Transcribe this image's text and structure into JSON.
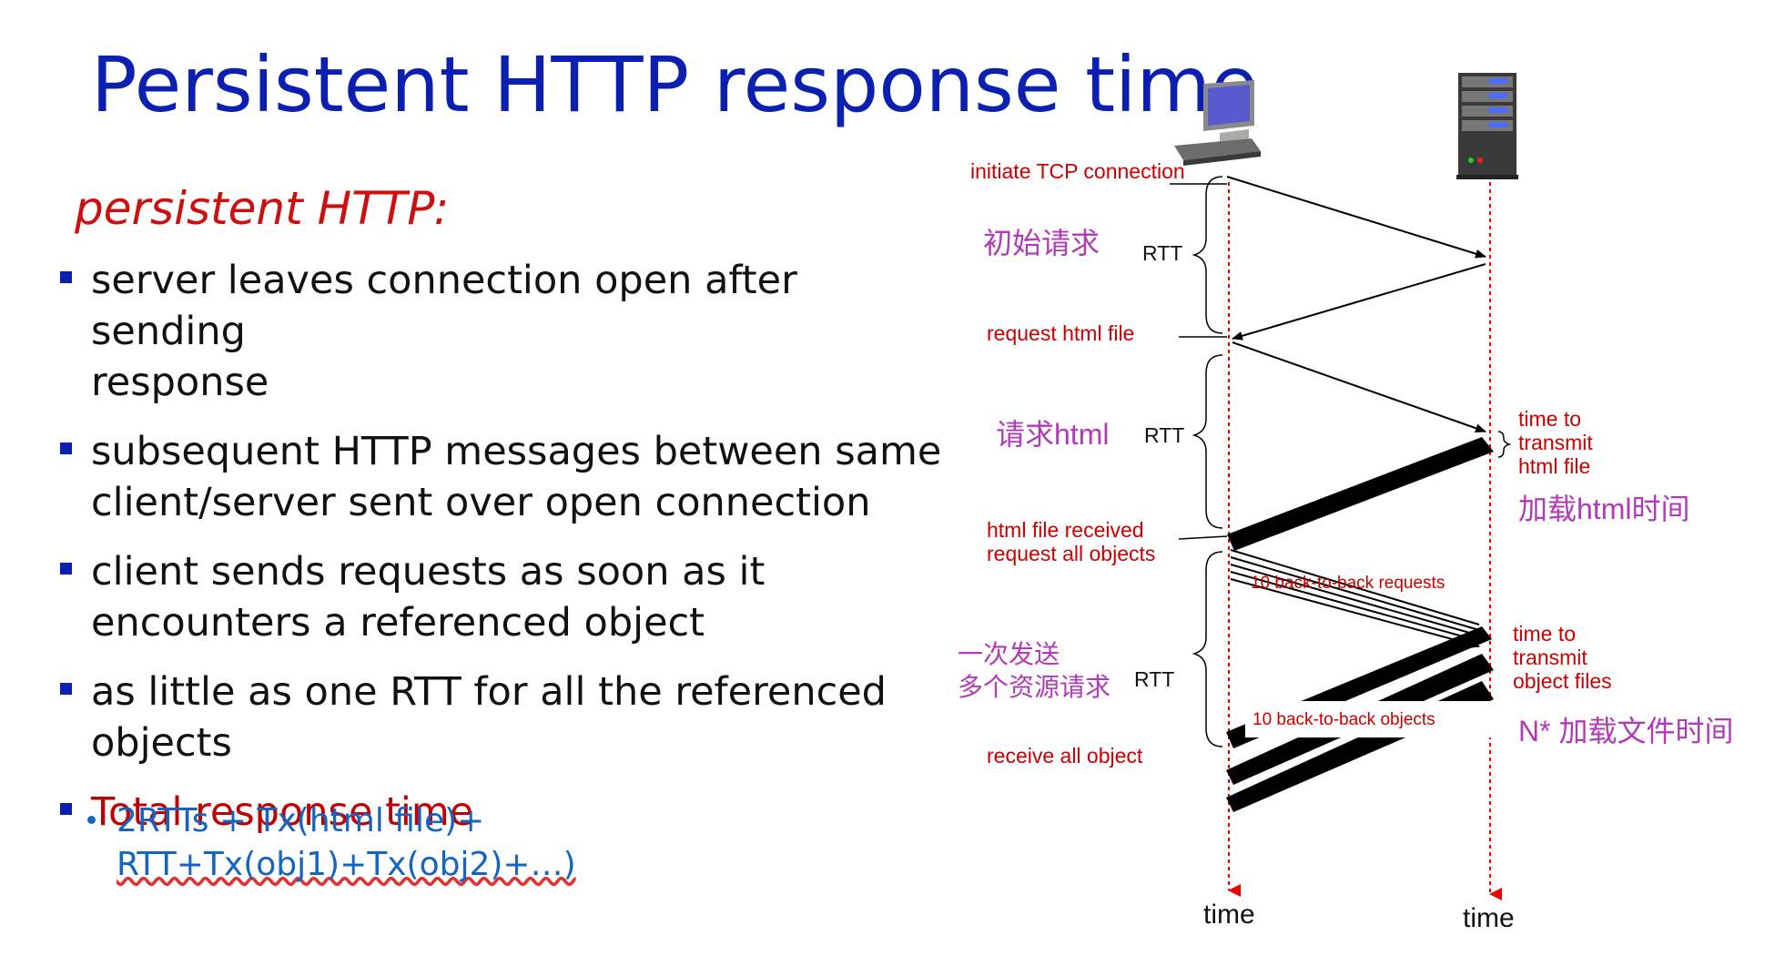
{
  "title": "Persistent HTTP response time",
  "subtitle": "persistent  HTTP:",
  "bullets": [
    {
      "line1": "server leaves connection open after sending",
      "line2": "response"
    },
    {
      "line1": "subsequent HTTP messages  between same",
      "line2": "client/server sent over open connection"
    },
    {
      "line1": "client sends requests as soon as it",
      "line2": "encounters a referenced object"
    },
    {
      "line1": "as little as one RTT for all the referenced",
      "line2": "objects"
    },
    {
      "line1": "Total response time",
      "line2": ""
    }
  ],
  "sub_bullet": {
    "line1": "2RTTs + Tx(html file)+",
    "line2": "RTT+Tx(obj1)+Tx(obj2)+…)"
  },
  "diagram": {
    "initiate": "initiate TCP connection",
    "request_html": "request html file",
    "html_received": "html file received",
    "request_all": "request all objects",
    "receive_all": "receive all object",
    "rtt": "RTT",
    "cn_initial": "初始请求",
    "cn_req_html": "请求html",
    "cn_send_many_1": "一次发送",
    "cn_send_many_2": "多个资源请求",
    "transmit_html": [
      "time to",
      "transmit",
      "html file"
    ],
    "cn_load_html": "加载html时间",
    "back_to_back_requests": "10 back-to-back requests",
    "transmit_objects": [
      "time to",
      "transmit",
      "object files"
    ],
    "back_to_back_objects": "10 back-to-back objects",
    "cn_load_files": "N* 加载文件时间",
    "time": "time"
  },
  "colors": {
    "title": "#0b1fb0",
    "bullet_square": "#0b1fb0",
    "red_text": "#cc0000",
    "sub_bullet": "#1565c0",
    "chinese_annotation": "#b23ab8"
  },
  "icons": [
    "client-computer-icon",
    "server-tower-icon"
  ]
}
